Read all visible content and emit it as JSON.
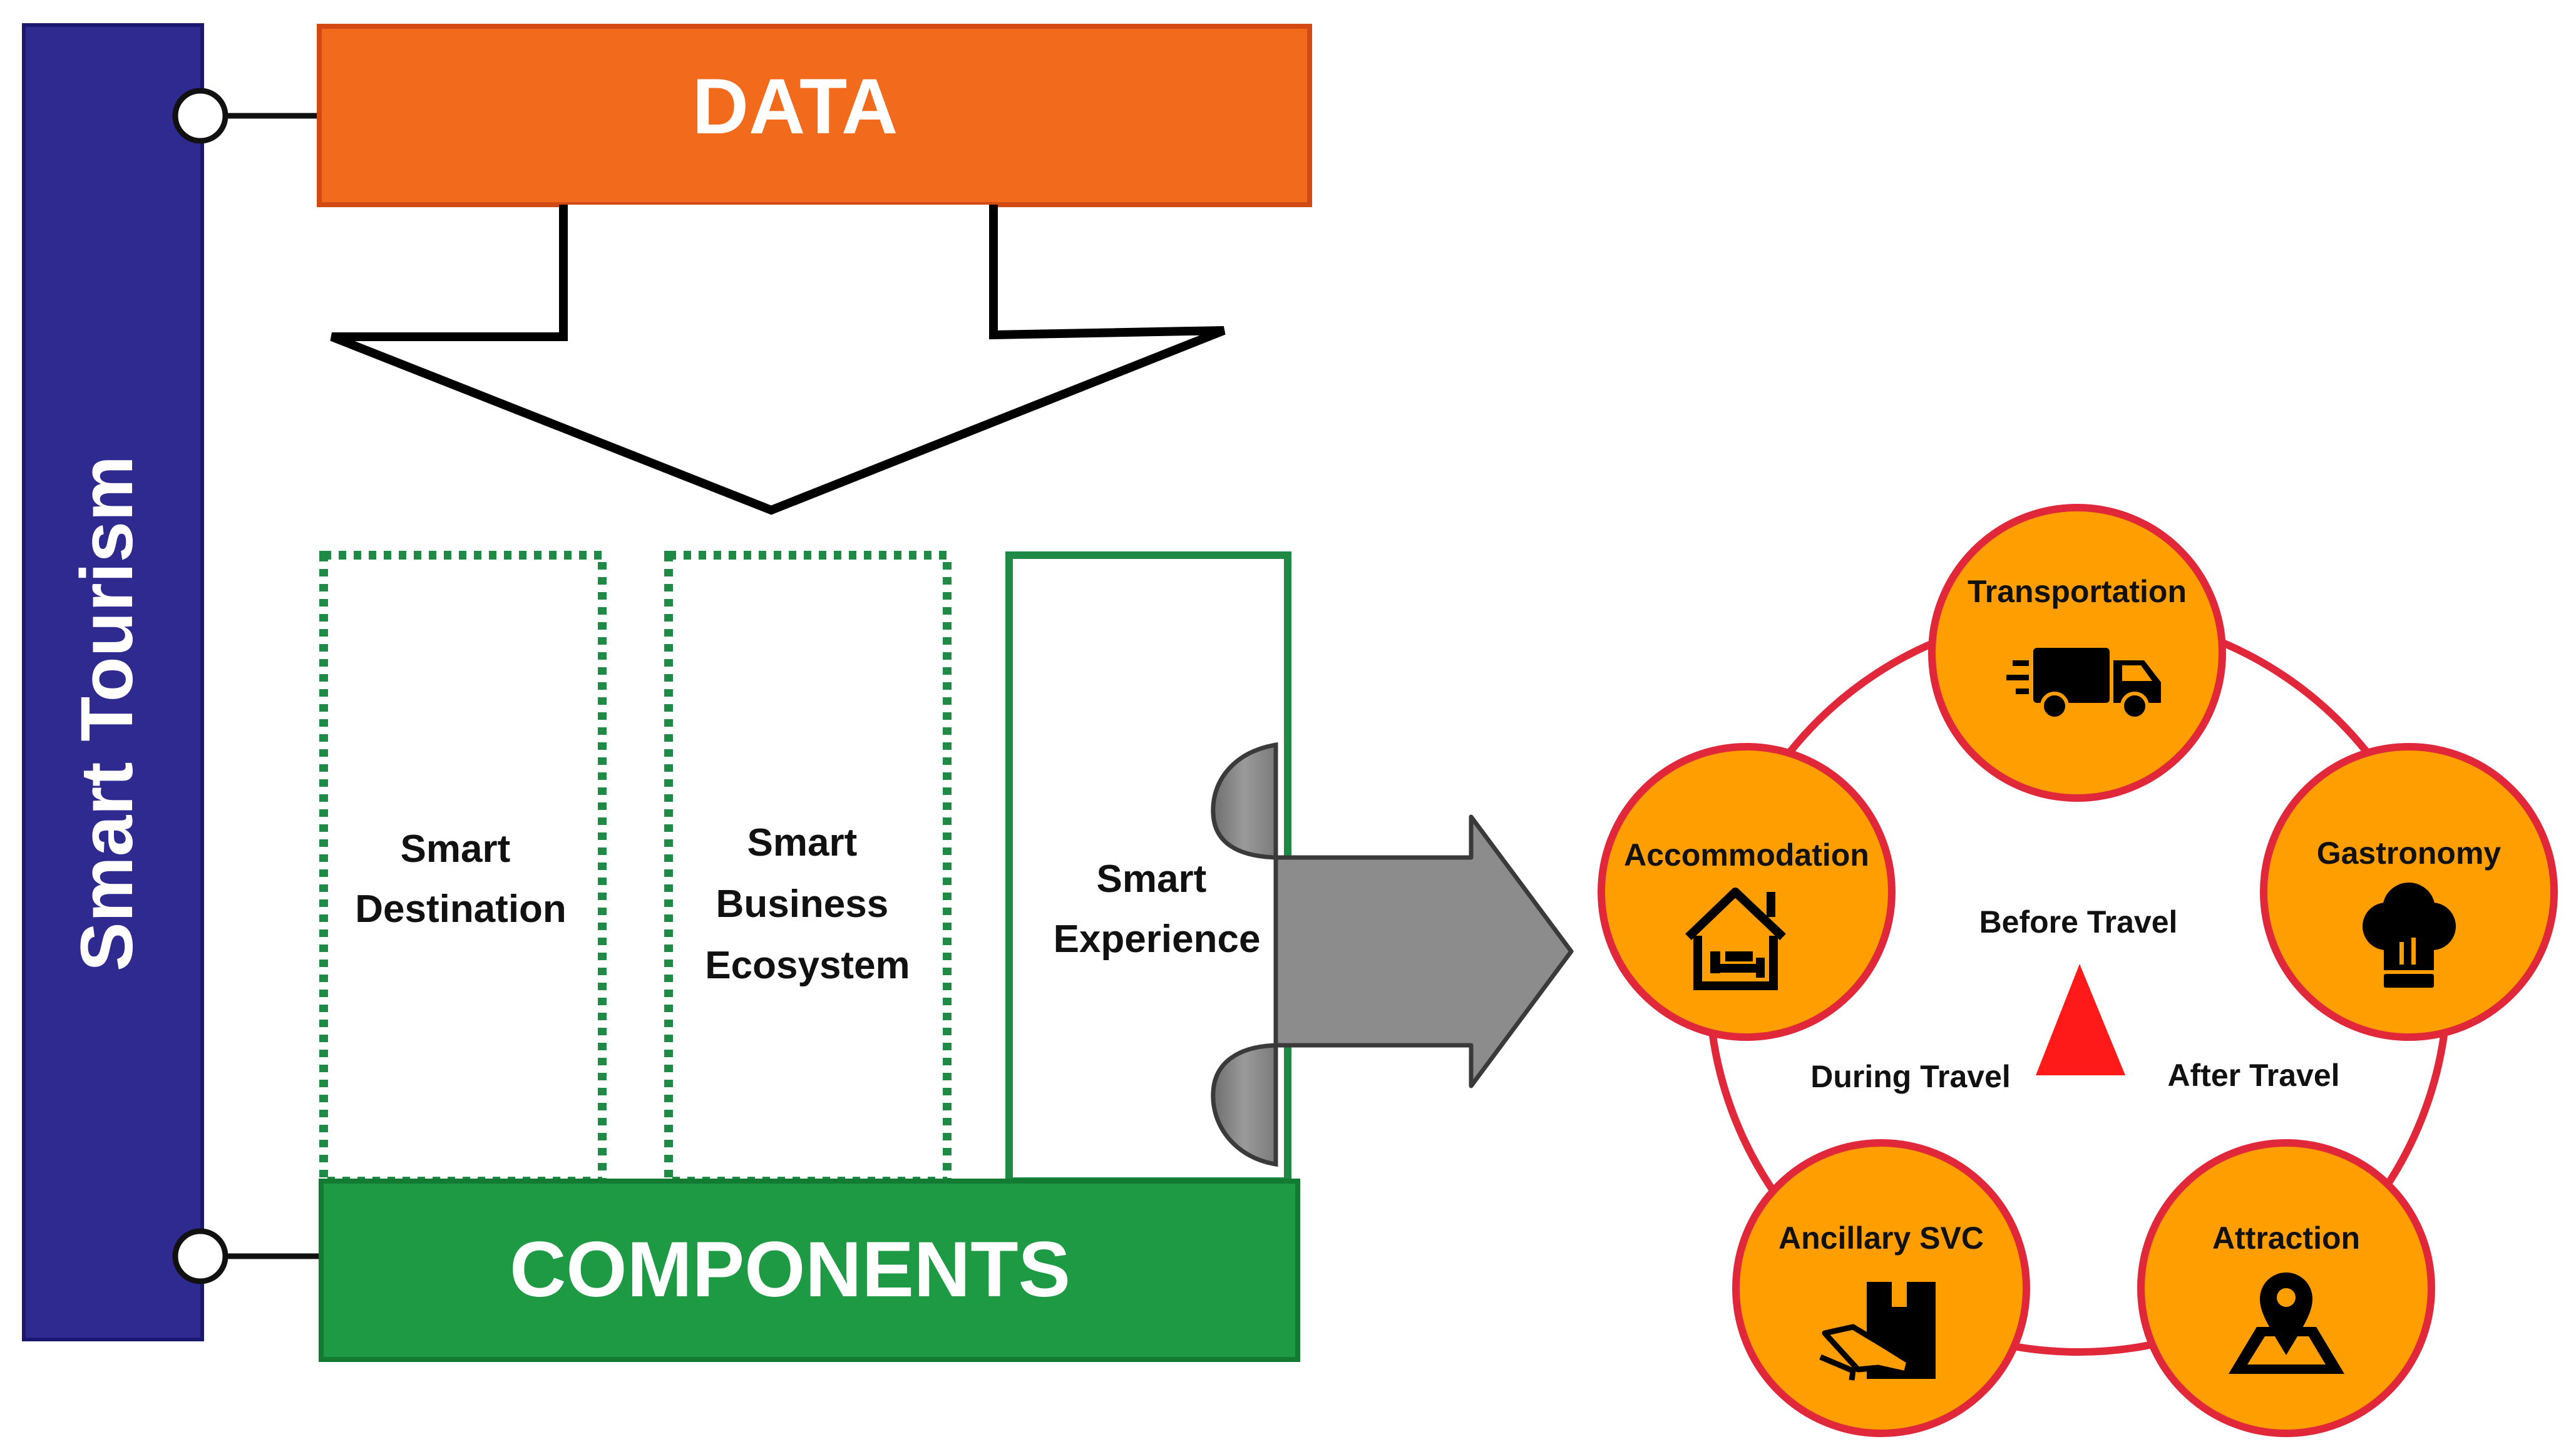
{
  "sidebar": {
    "label": "Smart Tourism",
    "color": "#2e2a8f"
  },
  "data_box": {
    "label": "DATA",
    "fill": "#f26a1b",
    "stroke": "#d14a14"
  },
  "components_box": {
    "label": "COMPONENTS",
    "fill": "#1f9a44",
    "stroke": "#137a32"
  },
  "components": [
    {
      "lines": [
        "Smart",
        "Destination"
      ],
      "style": "dotted"
    },
    {
      "lines": [
        "Smart",
        "Business",
        "Ecosystem"
      ],
      "style": "dotted"
    },
    {
      "lines": [
        "Smart",
        "Experience"
      ],
      "style": "solid"
    }
  ],
  "cycle": {
    "ring_color": "#e0283a",
    "node_fill": "#ff9e00",
    "nodes": [
      {
        "label": "Transportation",
        "icon": "delivery-truck-icon"
      },
      {
        "label": "Gastronomy",
        "icon": "chef-hat-icon"
      },
      {
        "label": "Attraction",
        "icon": "map-pin-icon"
      },
      {
        "label": "Ancillary SVC",
        "icon": "package-handshake-icon"
      },
      {
        "label": "Accommodation",
        "icon": "home-bed-icon"
      }
    ],
    "phases": {
      "before": "Before Travel",
      "during": "During Travel",
      "after": "After Travel"
    },
    "triangle_color": "#ff1a1a"
  }
}
